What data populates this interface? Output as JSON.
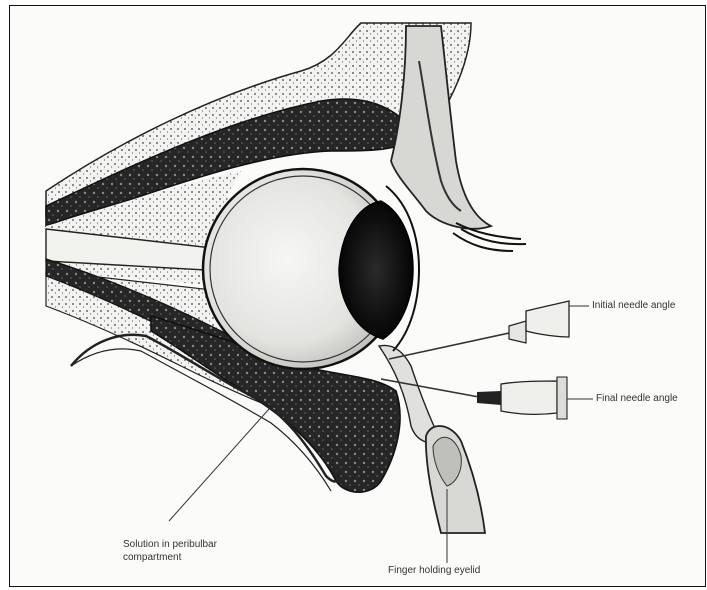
{
  "labels": {
    "initial_needle_angle": "Initial needle angle",
    "final_needle_angle": "Final needle angle",
    "solution_line1": "Solution in peribulbar",
    "solution_line2": "compartment",
    "finger": "Finger holding eyelid"
  }
}
